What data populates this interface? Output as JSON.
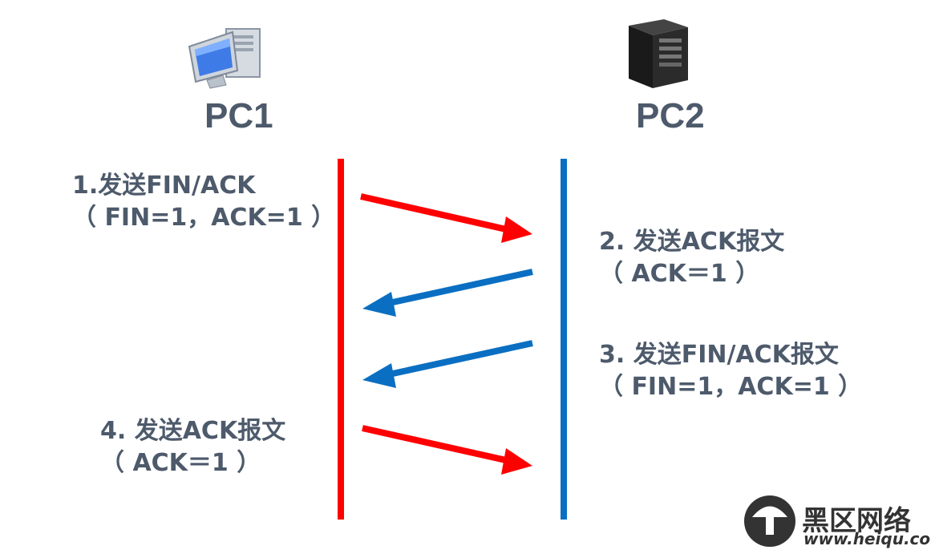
{
  "nodes": {
    "left": {
      "label": "PC1",
      "icon": "desktop-computer-icon"
    },
    "right": {
      "label": "PC2",
      "icon": "server-tower-icon"
    }
  },
  "steps": [
    {
      "line1": "1.发送FIN/ACK",
      "line2": "（ FIN=1，ACK=1 ）",
      "direction": "PC1→PC2",
      "color": "#ff0000"
    },
    {
      "line1": "2. 发送ACK报文",
      "line2": "（ ACK＝1 ）",
      "direction": "PC2→PC1",
      "color": "#0a6fc2"
    },
    {
      "line1": "3. 发送FIN/ACK报文",
      "line2": "（ FIN=1，ACK=1 ）",
      "direction": "PC2→PC1",
      "color": "#0a6fc2"
    },
    {
      "line1": "4. 发送ACK报文",
      "line2": "（ ACK＝1 ）",
      "direction": "PC1→PC2",
      "color": "#ff0000"
    }
  ],
  "colors": {
    "pc1": "#ff0000",
    "pc2": "#0a6fc2",
    "text": "#4d5a6b"
  },
  "watermark": {
    "name": "黑区网络",
    "url": "www.heiqu.com",
    "logo": "mushroom-logo-icon"
  }
}
